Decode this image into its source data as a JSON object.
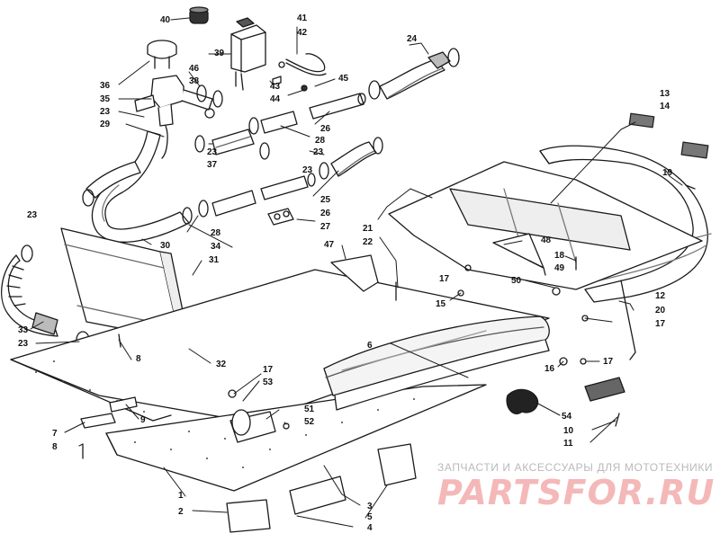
{
  "callouts": [
    {
      "text": "40"
    },
    {
      "text": "41"
    },
    {
      "text": "42"
    },
    {
      "text": "39"
    },
    {
      "text": "36"
    },
    {
      "text": "46"
    },
    {
      "text": "38"
    },
    {
      "text": "43"
    },
    {
      "text": "45"
    },
    {
      "text": "44"
    },
    {
      "text": "35"
    },
    {
      "text": "23"
    },
    {
      "text": "24"
    },
    {
      "text": "29"
    },
    {
      "text": "23"
    },
    {
      "text": "26"
    },
    {
      "text": "28"
    },
    {
      "text": "23"
    },
    {
      "text": "37"
    },
    {
      "text": "23"
    },
    {
      "text": "13"
    },
    {
      "text": "14"
    },
    {
      "text": "19"
    },
    {
      "text": "25"
    },
    {
      "text": "23"
    },
    {
      "text": "26"
    },
    {
      "text": "27"
    },
    {
      "text": "21"
    },
    {
      "text": "22"
    },
    {
      "text": "28"
    },
    {
      "text": "34"
    },
    {
      "text": "47"
    },
    {
      "text": "48"
    },
    {
      "text": "30"
    },
    {
      "text": "31"
    },
    {
      "text": "18"
    },
    {
      "text": "49"
    },
    {
      "text": "17"
    },
    {
      "text": "50"
    },
    {
      "text": "12"
    },
    {
      "text": "20"
    },
    {
      "text": "15"
    },
    {
      "text": "17"
    },
    {
      "text": "33"
    },
    {
      "text": "23"
    },
    {
      "text": "6"
    },
    {
      "text": "8"
    },
    {
      "text": "32"
    },
    {
      "text": "16"
    },
    {
      "text": "17"
    },
    {
      "text": "17"
    },
    {
      "text": "53"
    },
    {
      "text": "51"
    },
    {
      "text": "52"
    },
    {
      "text": "7"
    },
    {
      "text": "9"
    },
    {
      "text": "8"
    },
    {
      "text": "54"
    },
    {
      "text": "10"
    },
    {
      "text": "11"
    },
    {
      "text": "1"
    },
    {
      "text": "3"
    },
    {
      "text": "2"
    },
    {
      "text": "4"
    },
    {
      "text": "5"
    }
  ],
  "watermark": {
    "tagline": "ЗАПЧАСТИ И АКСЕССУАРЫ ДЛЯ МОТОТЕХНИКИ",
    "brand": "PARTSFOR.RU"
  }
}
